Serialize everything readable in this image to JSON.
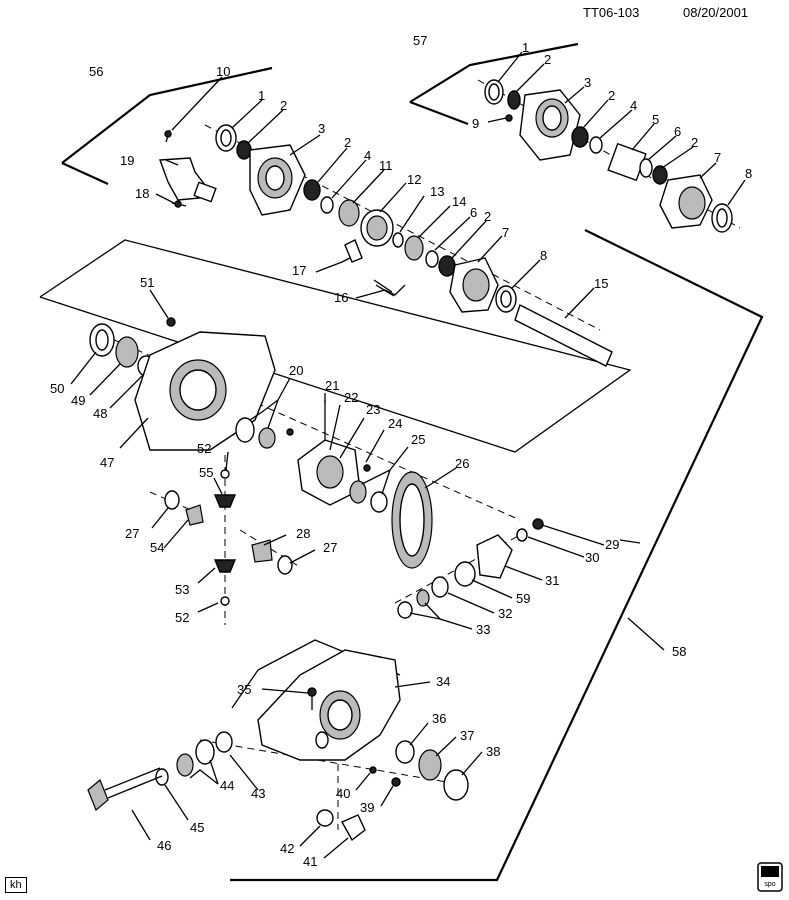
{
  "header": {
    "figure_id": "TT06-103",
    "date": "08/20/2001"
  },
  "corner_tag": "kh",
  "logo_text": "gm spo",
  "callouts": [
    "1",
    "2",
    "3",
    "2",
    "4",
    "5",
    "6",
    "2",
    "7",
    "8",
    "9",
    "57",
    "56",
    "10",
    "1",
    "2",
    "3",
    "19",
    "18",
    "2",
    "4",
    "11",
    "12",
    "13",
    "14",
    "6",
    "2",
    "7",
    "17",
    "16",
    "8",
    "15",
    "51",
    "50",
    "49",
    "48",
    "47",
    "20",
    "21",
    "22",
    "23",
    "24",
    "25",
    "26",
    "52",
    "55",
    "27",
    "54",
    "28",
    "27",
    "53",
    "52",
    "29",
    "30",
    "31",
    "59",
    "32",
    "33",
    "58",
    "34",
    "35",
    "36",
    "37",
    "38",
    "40",
    "39",
    "42",
    "41",
    "43",
    "44",
    "45",
    "46"
  ]
}
